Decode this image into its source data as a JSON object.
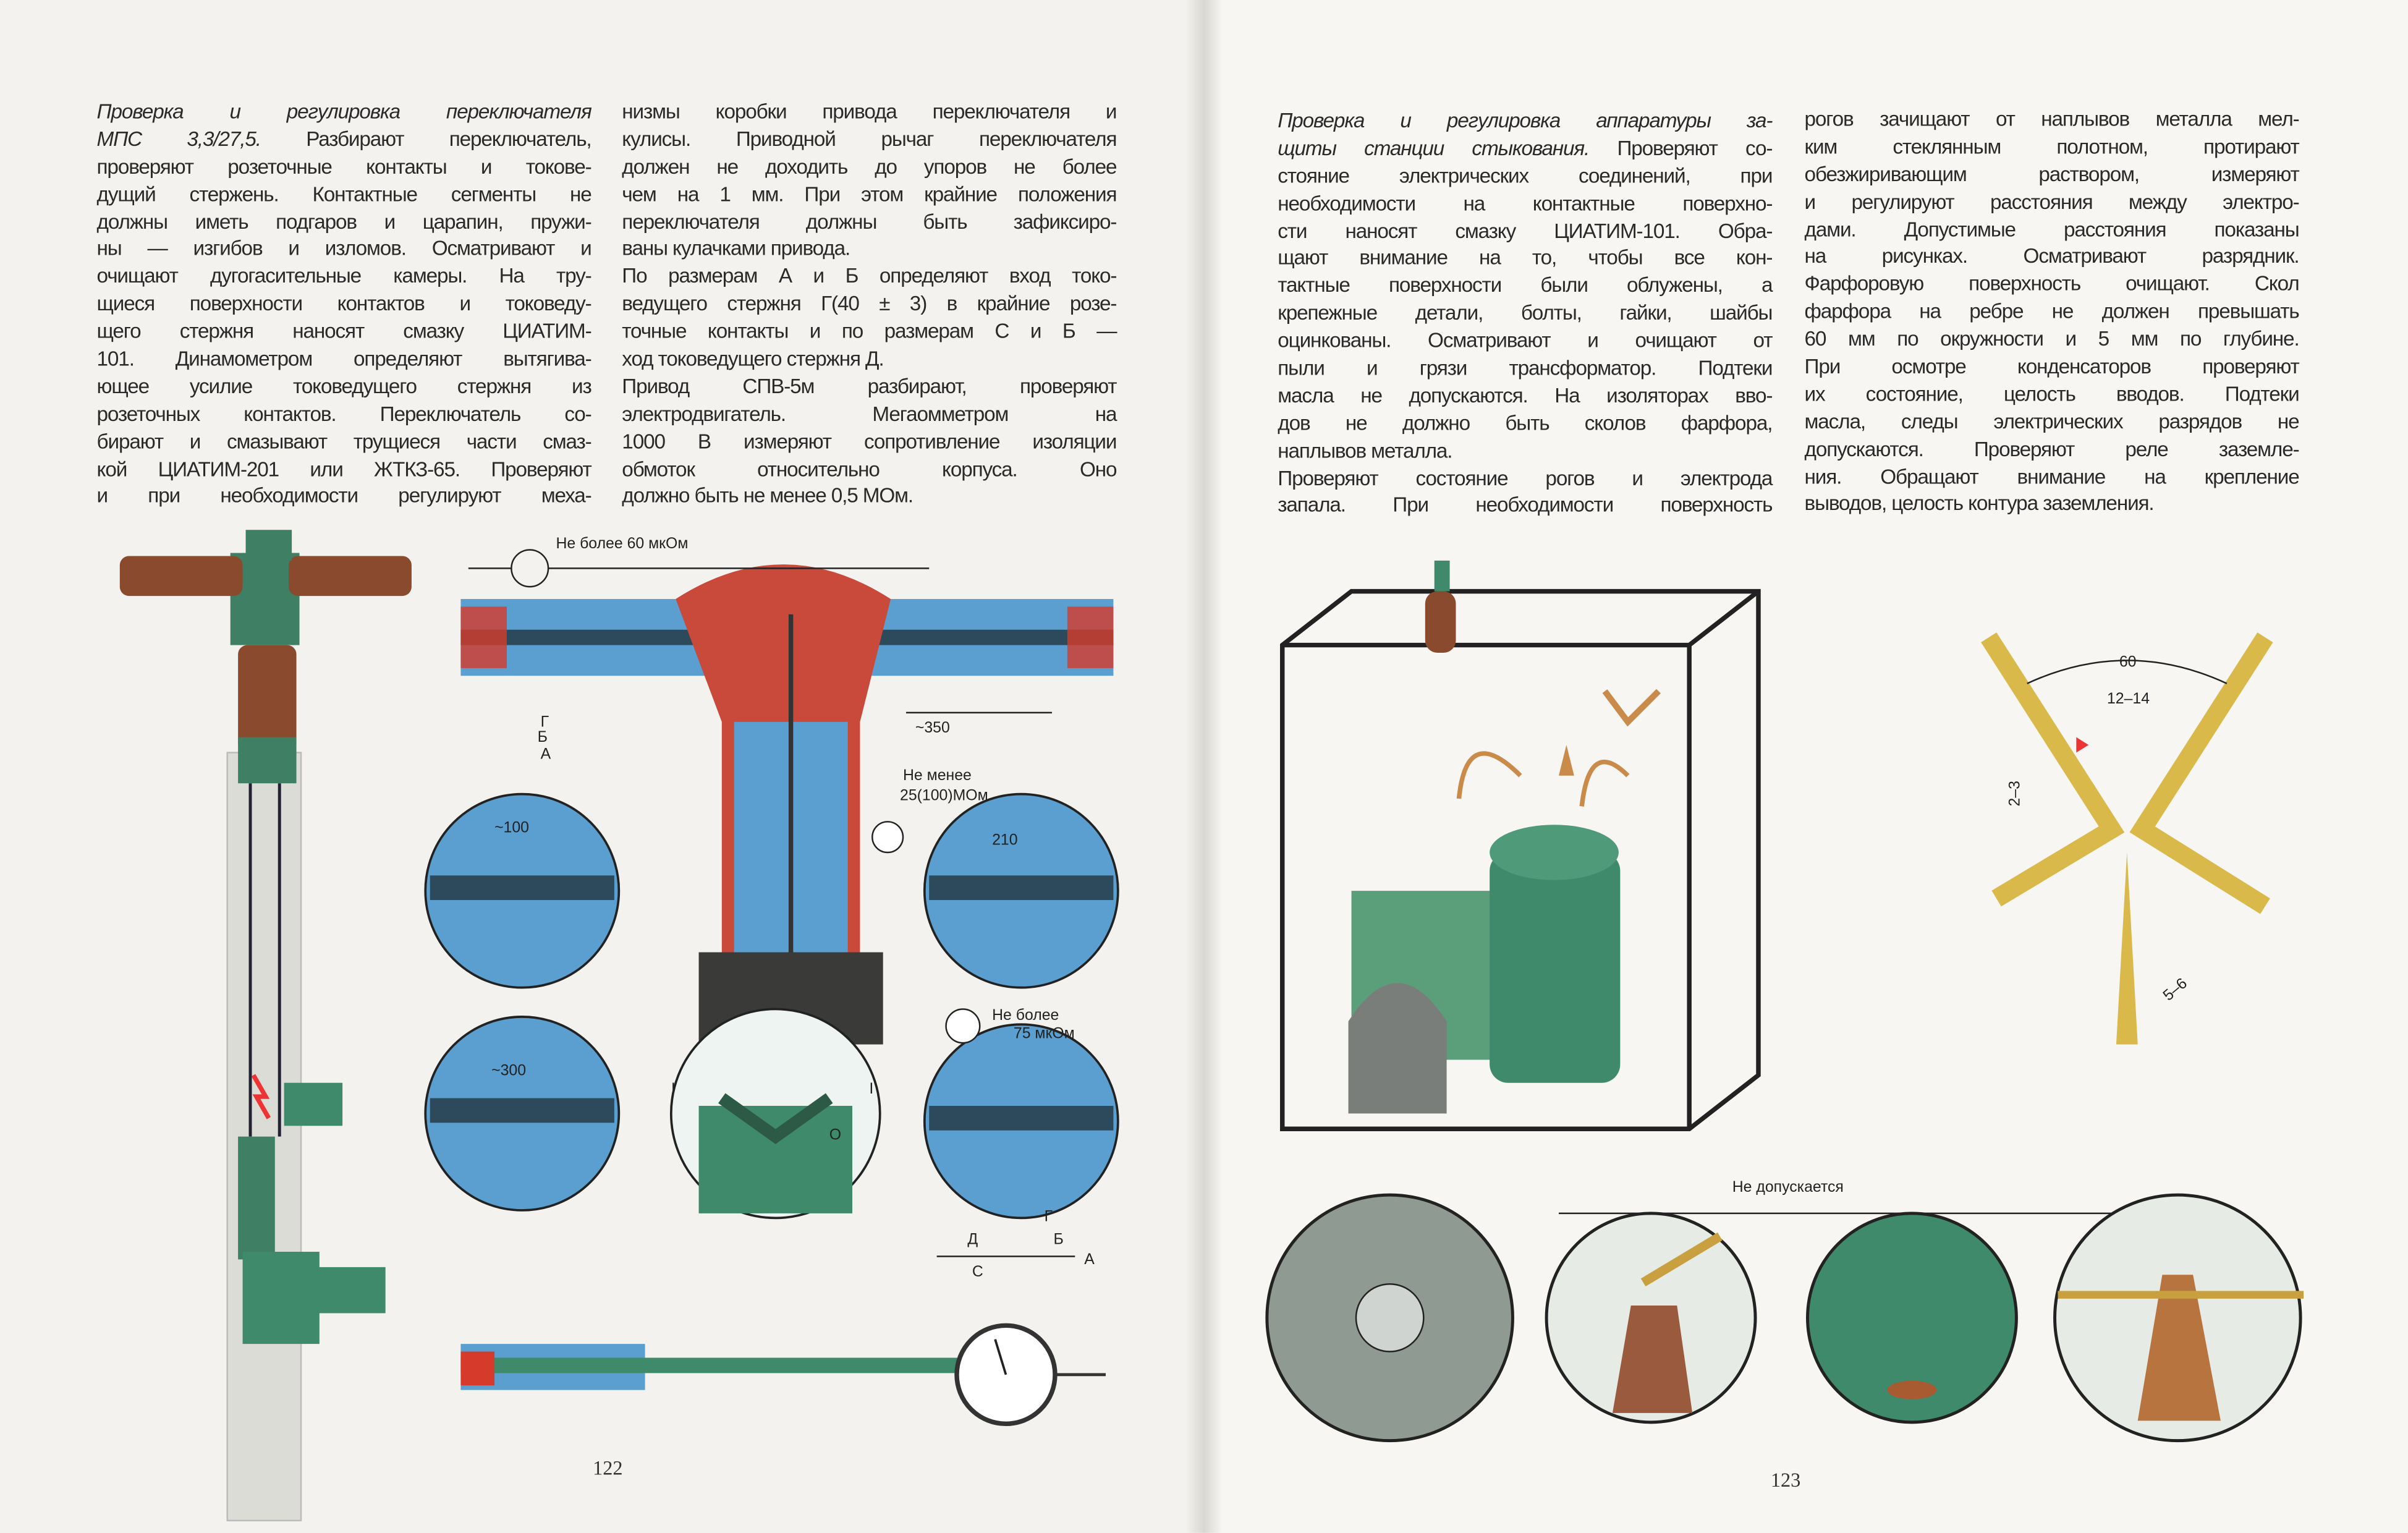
{
  "left_page": {
    "page_number": "122",
    "columns": [
      {
        "lines": [
          {
            "i": "Проверка и регулировка переключателя",
            "t": ""
          },
          {
            "i": "МПС 3,3/27,5.",
            "t": " Разбирают переключатель,"
          },
          {
            "i": "",
            "t": "проверяют розеточные контакты и токове-"
          },
          {
            "i": "",
            "t": "дущий стержень. Контактные сегменты не"
          },
          {
            "i": "",
            "t": "должны иметь подгаров и царапин, пружи-"
          },
          {
            "i": "",
            "t": "ны — изгибов и изломов. Осматривают и"
          },
          {
            "i": "",
            "t": "очищают дугогасительные камеры. На тру-"
          },
          {
            "i": "",
            "t": "щиеся поверхности контактов и токоведу-"
          },
          {
            "i": "",
            "t": "щего стержня наносят смазку ЦИАТИМ-"
          },
          {
            "i": "",
            "t": "101. Динамометром определяют вытягива-"
          },
          {
            "i": "",
            "t": "ющее усилие токоведущего стержня из"
          },
          {
            "i": "",
            "t": "розеточных контактов. Переключатель со-"
          },
          {
            "i": "",
            "t": "бирают и смазывают трущиеся части смаз-"
          },
          {
            "i": "",
            "t": "кой ЦИАТИМ-201 или ЖТКЗ-65. Проверяют"
          },
          {
            "i": "",
            "t": "и при необходимости регулируют меха-"
          }
        ]
      },
      {
        "lines": [
          {
            "i": "",
            "t": "низмы коробки привода переключателя и"
          },
          {
            "i": "",
            "t": "кулисы. Приводной рычаг переключателя"
          },
          {
            "i": "",
            "t": "должен не доходить до упоров не более"
          },
          {
            "i": "",
            "t": "чем на 1 мм. При этом крайние положения"
          },
          {
            "i": "",
            "t": "переключателя должны быть зафиксиро-"
          },
          {
            "i": "",
            "t": "ваны кулачками привода.",
            "last": true
          },
          {
            "i": "",
            "t": "По размерам А и Б определяют вход токо-"
          },
          {
            "i": "",
            "t": "ведущего стержня Г(40 ± 3) в крайние розе-"
          },
          {
            "i": "",
            "t": "точные контакты и по размерам С и Б —"
          },
          {
            "i": "",
            "t": "ход токоведущего стержня Д.",
            "last": true
          },
          {
            "i": "",
            "t": "Привод СПВ-5м разбирают, проверяют"
          },
          {
            "i": "",
            "t": "электродвигатель. Мегаомметром на"
          },
          {
            "i": "",
            "t": "1000 В измеряют сопротивление изоляции"
          },
          {
            "i": "",
            "t": "обмоток относительно корпуса. Оно"
          },
          {
            "i": "",
            "t": "должно быть не менее 0,5 МОм.",
            "last": true
          }
        ]
      }
    ],
    "figure_labels": {
      "resist_top": "Не более 60 мкОм",
      "dim_350": "~350",
      "g": "Г",
      "b": "Б",
      "a": "А",
      "megohm": "Не менее",
      "megohm2": "25(100)МОм",
      "dim_100": "~100",
      "dim_210": "210",
      "dim_300": "~300",
      "resist_bottom": "Не более",
      "resist_bottom2": "75 мкОм",
      "d": "Д",
      "b2": "Б",
      "c": "С",
      "a2": "А",
      "g2": "Г",
      "pos_left": "I",
      "pos_right": "I",
      "pos_zero": "O"
    }
  },
  "right_page": {
    "page_number": "123",
    "columns": [
      {
        "lines": [
          {
            "i": "Проверка и регулировка аппаратуры за-",
            "t": ""
          },
          {
            "i": "щиты станции стыкования.",
            "t": " Проверяют со-"
          },
          {
            "i": "",
            "t": "стояние электрических соединений, при"
          },
          {
            "i": "",
            "t": "необходимости на контактные поверхно-"
          },
          {
            "i": "",
            "t": "сти наносят смазку ЦИАТИМ-101. Обра-"
          },
          {
            "i": "",
            "t": "щают внимание на то, чтобы все кон-"
          },
          {
            "i": "",
            "t": "тактные поверхности были облужены, а"
          },
          {
            "i": "",
            "t": "крепежные детали, болты, гайки, шайбы"
          },
          {
            "i": "",
            "t": "оцинкованы. Осматривают и очищают от"
          },
          {
            "i": "",
            "t": "пыли и грязи трансформатор. Подтеки"
          },
          {
            "i": "",
            "t": "масла не допускаются. На изоляторах вво-"
          },
          {
            "i": "",
            "t": "дов не должно быть сколов фарфора,"
          },
          {
            "i": "",
            "t": "наплывов металла.",
            "last": true
          },
          {
            "i": "",
            "t": "Проверяют состояние рогов и электрода"
          },
          {
            "i": "",
            "t": "запала. При необходимости поверхность"
          }
        ]
      },
      {
        "lines": [
          {
            "i": "",
            "t": "рогов зачищают от наплывов металла мел-"
          },
          {
            "i": "",
            "t": "ким стеклянным полотном, протирают"
          },
          {
            "i": "",
            "t": "обезжиривающим раствором, измеряют"
          },
          {
            "i": "",
            "t": "и регулируют расстояния между электро-"
          },
          {
            "i": "",
            "t": "дами. Допустимые расстояния показаны"
          },
          {
            "i": "",
            "t": "на рисунках. Осматривают разрядник."
          },
          {
            "i": "",
            "t": "Фарфоровую поверхность очищают. Скол"
          },
          {
            "i": "",
            "t": "фарфора на ребре не должен превышать"
          },
          {
            "i": "",
            "t": "60 мм по окружности и 5 мм по глубине."
          },
          {
            "i": "",
            "t": "При осмотре конденсаторов проверяют"
          },
          {
            "i": "",
            "t": "их состояние, целость вводов. Подтеки"
          },
          {
            "i": "",
            "t": "масла, следы электрических разрядов не"
          },
          {
            "i": "",
            "t": "допускаются. Проверяют реле заземле-"
          },
          {
            "i": "",
            "t": "ния. Обращают внимание на крепление"
          },
          {
            "i": "",
            "t": "выводов, целость контура заземления.",
            "last": true
          }
        ]
      }
    ],
    "figure_labels": {
      "angle": "60",
      "gap": "12–14",
      "offset": "2–3",
      "depth": "5–6",
      "not_allowed": "Не допускается"
    }
  },
  "colors": {
    "green": "#3f8a6a",
    "blue": "#5a9fcf",
    "red": "#d63a2a",
    "brown": "#8a4a2e",
    "copper": "#c98a4a"
  }
}
